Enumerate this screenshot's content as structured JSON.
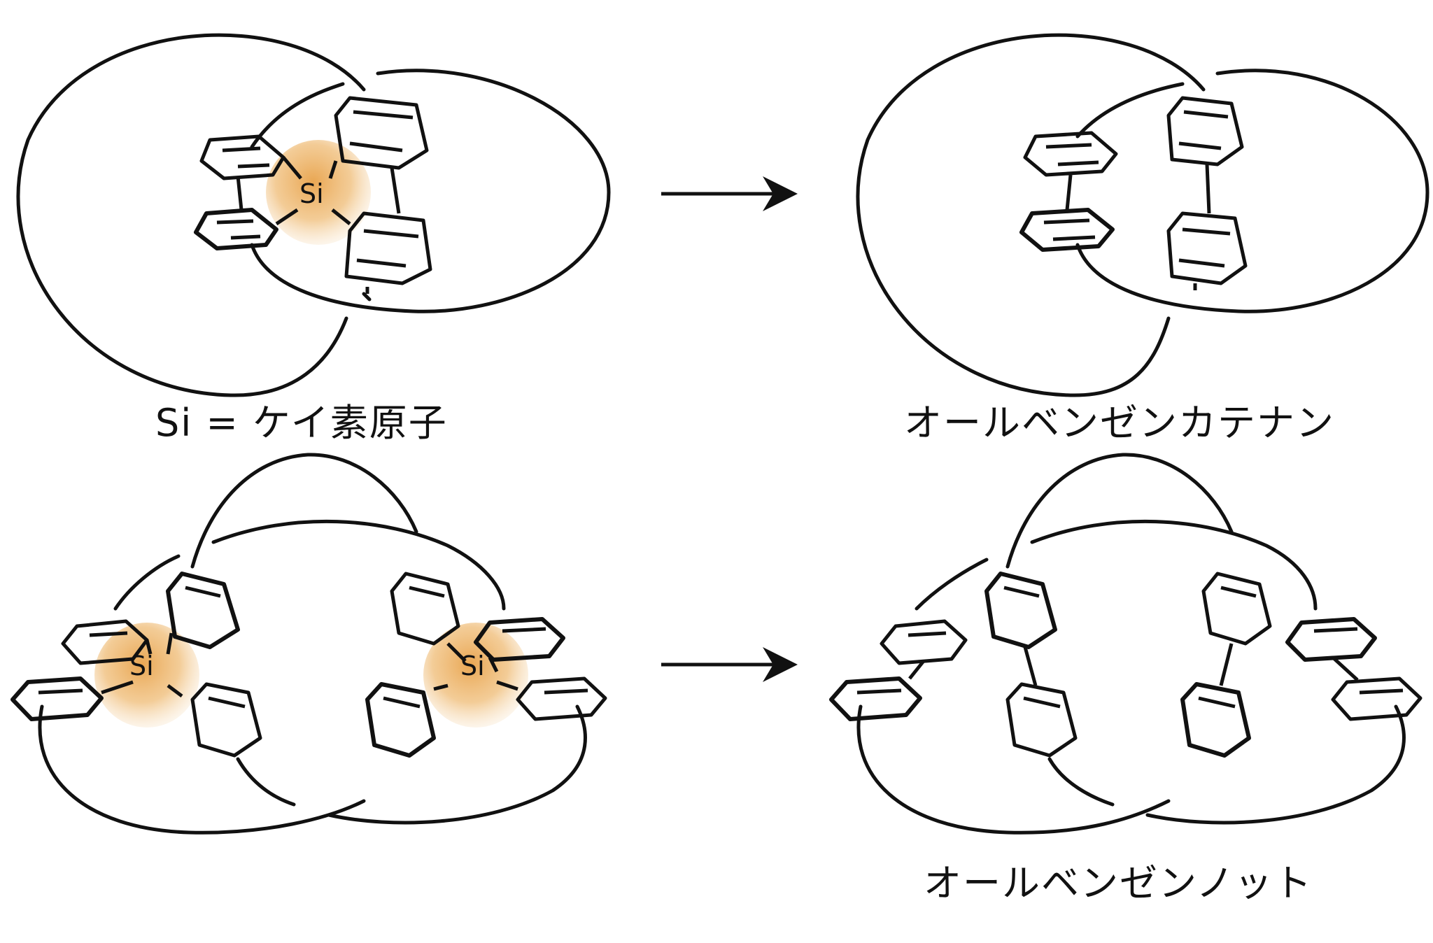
{
  "labels": {
    "si_legend": "Si = ケイ素原子",
    "catenane": "オールベンゼンカテナン",
    "knot": "オールベンゼンノット"
  },
  "atom_symbol": "Si",
  "colors": {
    "stroke": "#111111",
    "si_highlight": "#e8a24a",
    "background": "#ffffff"
  },
  "panels": [
    {
      "name": "silicon-catenane-precursor",
      "atom_count": 1
    },
    {
      "name": "all-benzene-catenane",
      "atom_count": 0
    },
    {
      "name": "silicon-knot-precursor",
      "atom_count": 2
    },
    {
      "name": "all-benzene-knot",
      "atom_count": 0
    }
  ]
}
